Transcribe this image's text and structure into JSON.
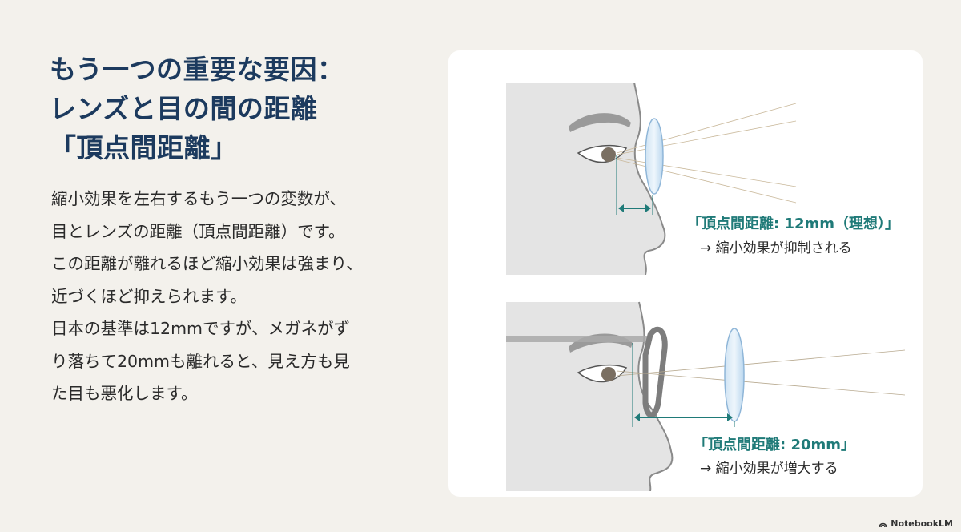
{
  "title": {
    "lines": [
      "もう一つの重要な要因：",
      "レンズと目の間の距離",
      "「頂点間距離」"
    ]
  },
  "body": {
    "lines": [
      "縮小効果を左右するもう一つの変数が、",
      "目とレンズの距離（頂点間距離）です。",
      "この距離が離れるほど縮小効果は強まり、",
      "近づくほど抑えられます。",
      "日本の基準は12mmですが、メガネがず",
      "り落ちて20mmも離れると、見え方も見",
      "た目も悪化します。"
    ]
  },
  "illustration": {
    "top": {
      "label": "「頂点間距離: 12mm（理想）」",
      "result": "→ 縮小効果が抑制される"
    },
    "bottom": {
      "label": "「頂点間距離: 20mm」",
      "result": "→ 縮小効果が増大する"
    },
    "accent_color": "#1f7a78"
  },
  "brand": {
    "name": "NotebookLM",
    "icon": "notebooklm-logo-icon"
  }
}
